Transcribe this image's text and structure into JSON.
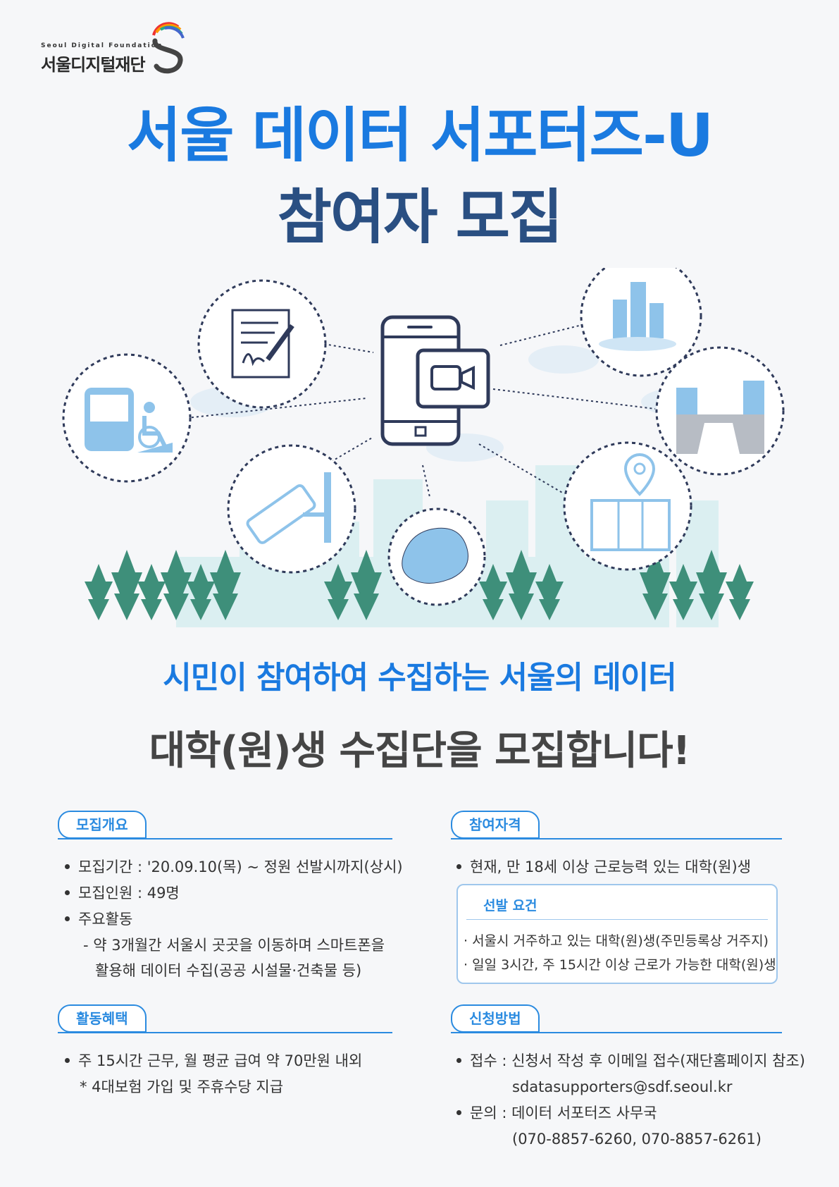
{
  "logo": {
    "en": "Seoul Digital Foundation",
    "ko": "서울디지털재단"
  },
  "title": {
    "line1": "서울 데이터 서포터즈-U",
    "line2": "참여자 모집"
  },
  "subtitle": {
    "line1": "시민이 참여하여 수집하는 서울의 데이터",
    "line2": "대학(원)생 수집단을 모집합니다!"
  },
  "sections": {
    "overview": {
      "label": "모집개요",
      "period": "모집기간 : '20.09.10(목) ~ 정원 선발시까지(상시)",
      "count": "모집인원 : 49명",
      "activity": "주요활동",
      "activity_detail_1": "-   약 3개월간 서울시 곳곳을 이동하며 스마트폰을",
      "activity_detail_2": "활용해  데이터 수집(공공 시설물·건축물 등)"
    },
    "eligibility": {
      "label": "참여자격",
      "item": "현재, 만 18세 이상 근로능력 있는 대학(원)생",
      "req_title": "선발 요건",
      "req_1": "· 서울시 거주하고 있는 대학(원)생(주민등록상 거주지)",
      "req_2": "· 일일 3시간, 주 15시간 이상 근로가 가능한 대학(원)생"
    },
    "benefits": {
      "label": "활동혜택",
      "item": "주 15시간 근무, 월 평균 급여 약 70만원 내외",
      "note": "* 4대보험 가입 및 주휴수당 지급"
    },
    "apply": {
      "label": "신청방법",
      "receipt": "접수 : 신청서 작성 후 이메일 접수(재단홈페이지 참조)",
      "email": "sdatasupporters@sdf.seoul.kr",
      "inquiry": "문의 : 데이터 서포터즈 사무국",
      "phone": "(070-8857-6260, 070-8857-6261)"
    }
  },
  "colors": {
    "primary_blue": "#1a7ae0",
    "navy": "#2a4f82",
    "dark_text": "#454545",
    "tree_green": "#3e8f7a",
    "icon_navy": "#2f3a5a",
    "icon_light_blue": "#8ec3ea"
  },
  "icons": [
    "smartphone-video-icon",
    "signed-document-icon",
    "city-buildings-icon",
    "bus-wheelchair-icon",
    "crosswalk-street-icon",
    "cctv-camera-icon",
    "seoul-map-icon",
    "location-map-icon",
    "tree-icon",
    "cloud-icon"
  ]
}
